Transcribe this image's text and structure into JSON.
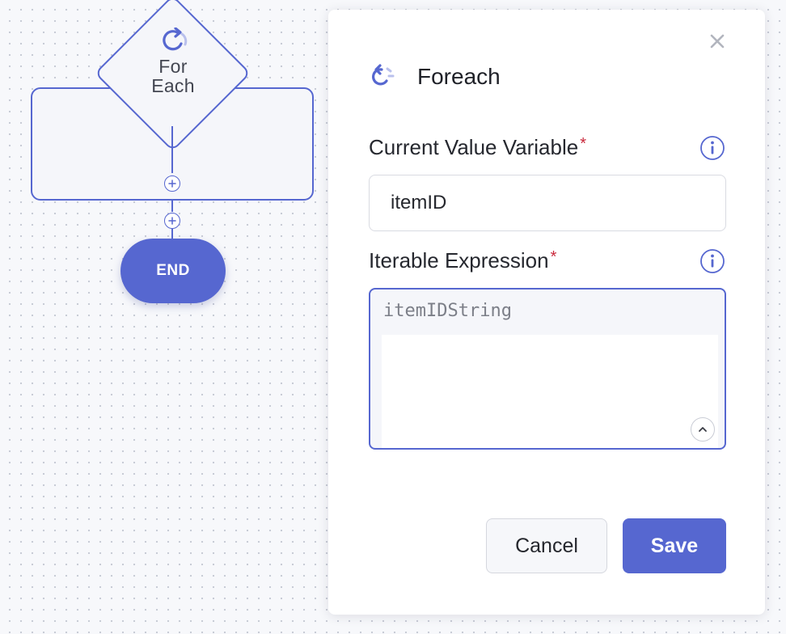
{
  "flow": {
    "loop_node_label_line1": "For",
    "loop_node_label_line2": "Each",
    "end_node_label": "END"
  },
  "panel": {
    "title": "Foreach",
    "fields": {
      "current_value": {
        "label": "Current Value Variable",
        "required_mark": "*",
        "value": "itemID"
      },
      "iterable_expression": {
        "label": "Iterable Expression",
        "required_mark": "*",
        "value": "itemIDString"
      }
    },
    "buttons": {
      "cancel_label": "Cancel",
      "save_label": "Save"
    }
  },
  "colors": {
    "accent": "#5667d0",
    "required": "#c9283b",
    "canvas_bg": "#f7f8fb"
  },
  "icons": [
    "loop-icon",
    "plus-icon",
    "close-icon",
    "info-icon",
    "chevron-up-icon"
  ]
}
